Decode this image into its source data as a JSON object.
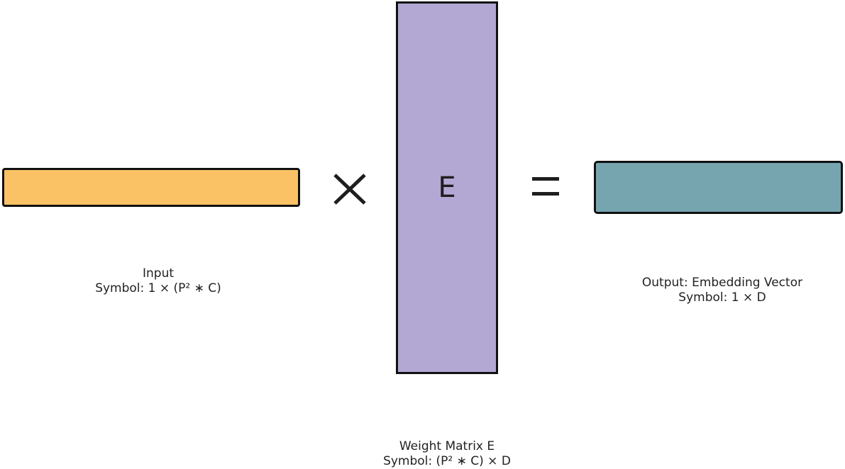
{
  "diagram": {
    "input": {
      "color": "#FAC264",
      "label_title": "Input",
      "label_symbol": "Symbol: 1 × (P² ∗ C)"
    },
    "operator_multiply": "×",
    "weight_matrix": {
      "color": "#B3A7D4",
      "letter": "E",
      "label_title": "Weight Matrix E",
      "label_symbol": "Symbol: (P² ∗ C) × D"
    },
    "operator_equals": "=",
    "output": {
      "color": "#76A5AF",
      "label_title": "Output: Embedding Vector",
      "label_symbol": "Symbol: 1 × D"
    },
    "border_color": "#111111"
  }
}
